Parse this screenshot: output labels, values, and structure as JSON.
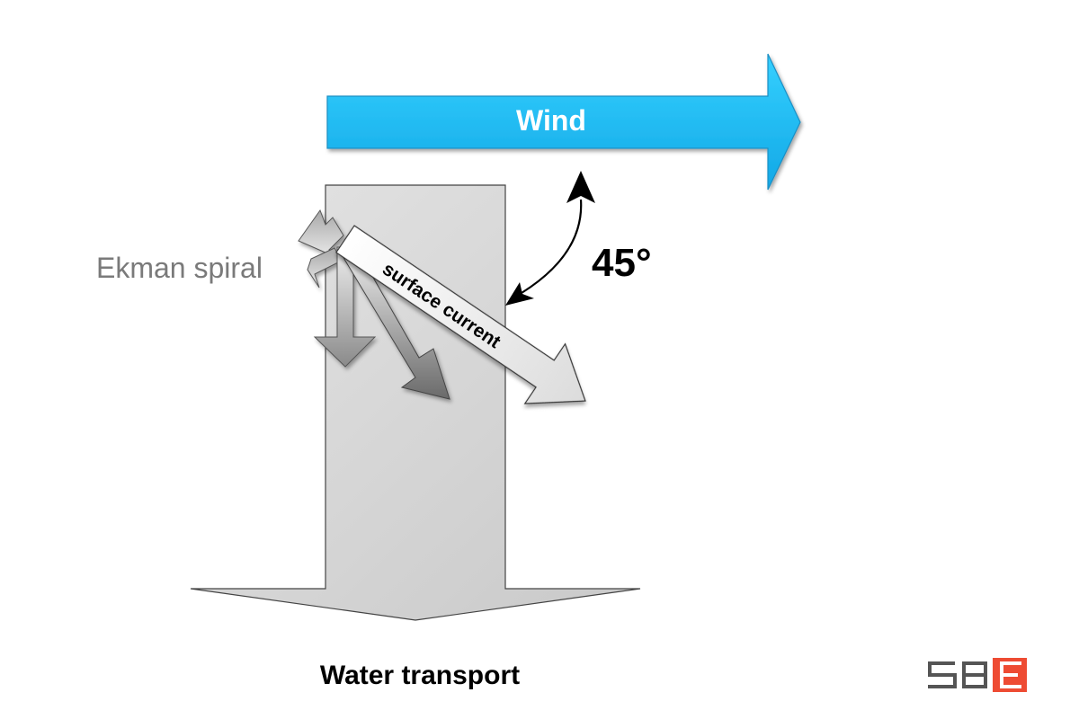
{
  "diagram": {
    "wind_label": "Wind",
    "angle_label": "45°",
    "ekman_label": "Ekman spiral",
    "surface_current_label": "surface current",
    "water_transport_label": "Water transport"
  },
  "colors": {
    "wind_fill": "#22c2f8",
    "transport_fill": "#d6d6d6",
    "logo_accent": "#ee4b33",
    "logo_gray": "#555555"
  },
  "icons": [
    "angle-double-arrow-icon",
    "sbe-logo-icon"
  ]
}
